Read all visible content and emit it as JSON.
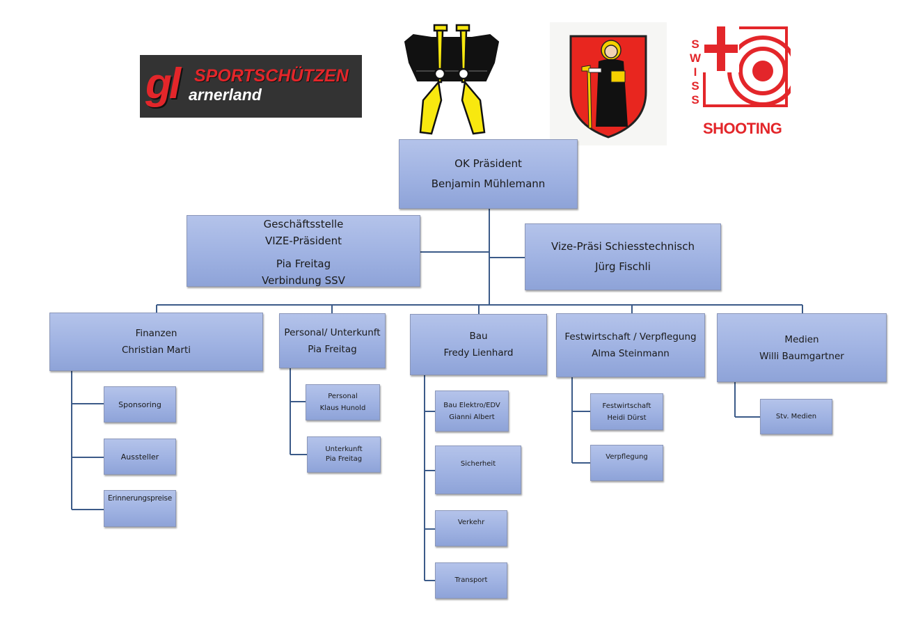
{
  "logos": {
    "sportschuetzen": {
      "gl": "gl",
      "line1": "SPORTSCHÜTZEN",
      "line2": "arnerland"
    },
    "swiss_shooting": {
      "vertical": [
        "S",
        "W",
        "I",
        "S",
        "S"
      ],
      "word": "SHOOTING"
    }
  },
  "president": {
    "title": "OK Präsident",
    "name": "Benjamin Mühlemann"
  },
  "geschaeftsstelle": {
    "line1": "Geschäftsstelle",
    "line2": "VIZE-Präsident",
    "line3": "Pia Freitag",
    "line4": "Verbindung SSV"
  },
  "vize_schiess": {
    "title": "Vize-Präsi Schiesstechnisch",
    "name": "Jürg Fischli"
  },
  "departments": {
    "finanzen": {
      "title": "Finanzen",
      "name": "Christian Marti",
      "subs": [
        "Sponsoring",
        "Aussteller",
        "Erinnerungspreise"
      ]
    },
    "personal": {
      "title": "Personal/ Unterkunft",
      "name": "Pia Freitag",
      "subs": [
        {
          "title": "Personal",
          "name": "Klaus Hunold"
        },
        {
          "title": "Unterkunft",
          "name": "Pia Freitag"
        }
      ]
    },
    "bau": {
      "title": "Bau",
      "name": "Fredy Lienhard",
      "subs": [
        {
          "title": "Bau Elektro/EDV",
          "name": "Gianni Albert"
        },
        {
          "title": "Sicherheit"
        },
        {
          "title": "Verkehr"
        },
        {
          "title": "Transport"
        }
      ]
    },
    "festwirtschaft": {
      "title": "Festwirtschaft / Verpflegung",
      "name": "Alma Steinmann",
      "subs": [
        {
          "title": "Festwirtschaft",
          "name": "Heidi Dürst"
        },
        {
          "title": "Verpflegung"
        }
      ]
    },
    "medien": {
      "title": "Medien",
      "name": "Willi Baumgartner",
      "subs": [
        "Stv. Medien"
      ]
    }
  },
  "colors": {
    "box": "#9fb2e2",
    "line": "#3b5a88",
    "logo_red": "#e3262a",
    "logo_yellow": "#f8e80f"
  }
}
